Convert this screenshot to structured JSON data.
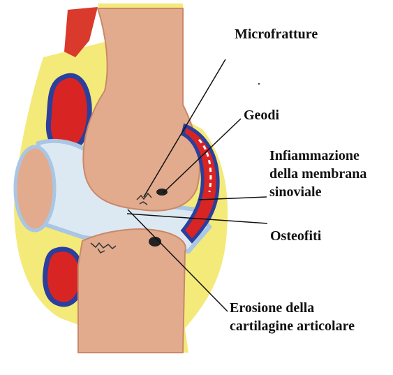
{
  "labels": {
    "microfratture": "Microfratture",
    "geodi": "Geodi",
    "infiammazione": [
      "Infiammazione",
      "della membrana",
      "sinoviale"
    ],
    "osteofiti": "Osteofiti",
    "erosione": [
      "Erosione della",
      "cartilagine articolare"
    ]
  },
  "colors": {
    "bone": "#e2ab8e",
    "bone_shade": "#c98868",
    "capsule": "#f4ea7a",
    "cartilage": "#dde9f2",
    "cartilage_edge": "#a9c6e4",
    "synovium_red": "#d92424",
    "synovium_blue": "#2b3f9c",
    "defect": "#222222",
    "leader_line": "#111111"
  }
}
